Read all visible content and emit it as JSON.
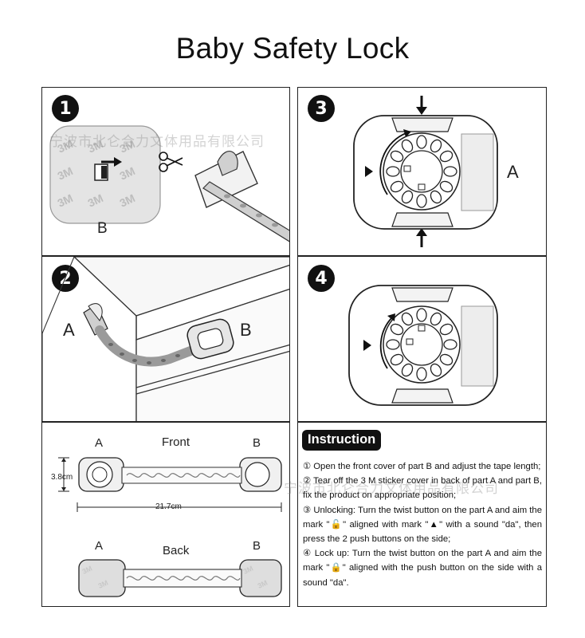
{
  "title": "Baby Safety Lock",
  "watermark": "宁波市北仑合力文体用品有限公司",
  "panels": {
    "p1": {
      "number": "1",
      "label_b": "B",
      "sticker_text": "3M"
    },
    "p2": {
      "number": "2",
      "label_a": "A",
      "label_b": "B"
    },
    "p3": {
      "number": "3",
      "label_a": "A"
    },
    "p4": {
      "number": "4"
    },
    "p5": {
      "front_label": "Front",
      "back_label": "Back",
      "label_a": "A",
      "label_b": "B",
      "height_dim": "3.8cm",
      "width_dim": "21.7cm"
    }
  },
  "instruction": {
    "heading": "Instruction",
    "steps": [
      "① Open the front cover of part B and adjust the tape length;",
      "② Tear off the 3 M sticker cover in back of part A and part B, fix the product on appropriate position;",
      "③ Unlocking: Turn the twist button on the part A and aim the mark \"🔓\" aligned with mark \"▲\" with a sound \"da\", then press the 2 push buttons on the side;",
      "④ Lock up: Turn the twist button on the part A and aim the mark \"🔒\" aligned with the push button on the side with a sound \"da\"."
    ]
  }
}
